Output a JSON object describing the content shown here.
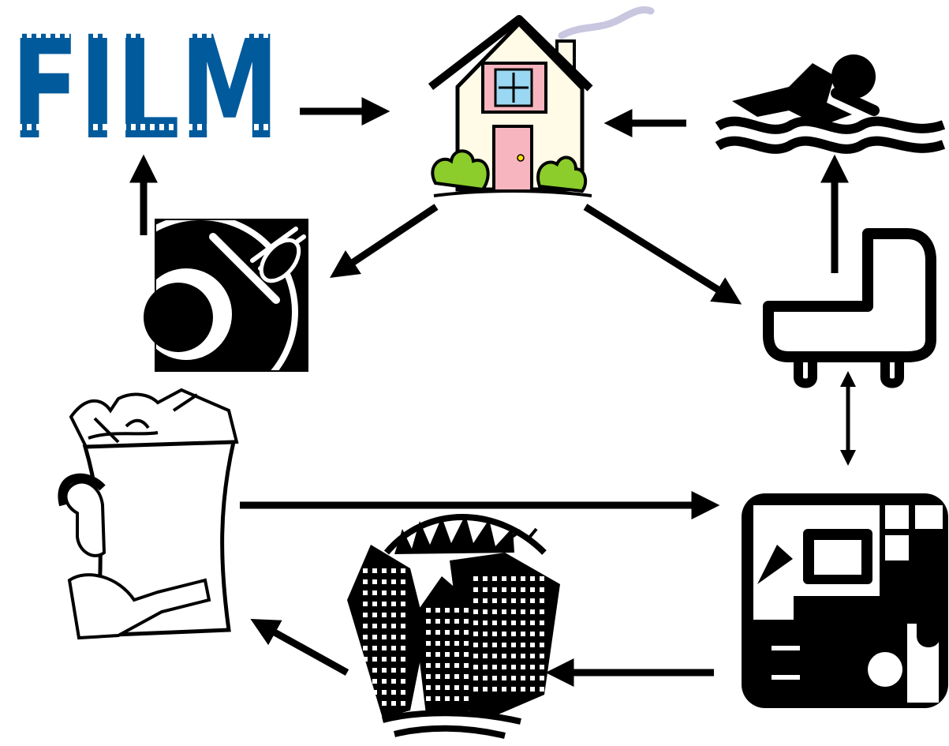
{
  "diagram": {
    "film": {
      "label": "FILM",
      "color": "#005a9c",
      "icon": "film-strip-icon"
    },
    "nodes": [
      {
        "id": "film",
        "icon": "film-strip-icon"
      },
      {
        "id": "home",
        "icon": "house-icon"
      },
      {
        "id": "swim",
        "icon": "swimmer-icon"
      },
      {
        "id": "dining",
        "icon": "plate-and-cutlery-icon"
      },
      {
        "id": "sofa",
        "icon": "armchair-icon"
      },
      {
        "id": "shopping",
        "icon": "grocery-bag-icon"
      },
      {
        "id": "office",
        "icon": "office-desk-icon"
      },
      {
        "id": "city",
        "icon": "city-skyline-icon"
      }
    ],
    "edges": [
      {
        "from": "film",
        "to": "home"
      },
      {
        "from": "swim",
        "to": "home"
      },
      {
        "from": "home",
        "to": "dining"
      },
      {
        "from": "home",
        "to": "sofa"
      },
      {
        "from": "dining",
        "to": "film"
      },
      {
        "from": "sofa",
        "to": "swim"
      },
      {
        "from": "sofa",
        "to": "office",
        "bidirectional": true
      },
      {
        "from": "shopping",
        "to": "office"
      },
      {
        "from": "office",
        "to": "city"
      },
      {
        "from": "city",
        "to": "shopping"
      }
    ],
    "colors": {
      "line": "#000000",
      "house_wall": "#fffbe6",
      "house_door": "#f7b6bf",
      "house_window": "#9ad7f2",
      "bush": "#8ccd2c",
      "smoke": "#c9c6e0"
    }
  }
}
